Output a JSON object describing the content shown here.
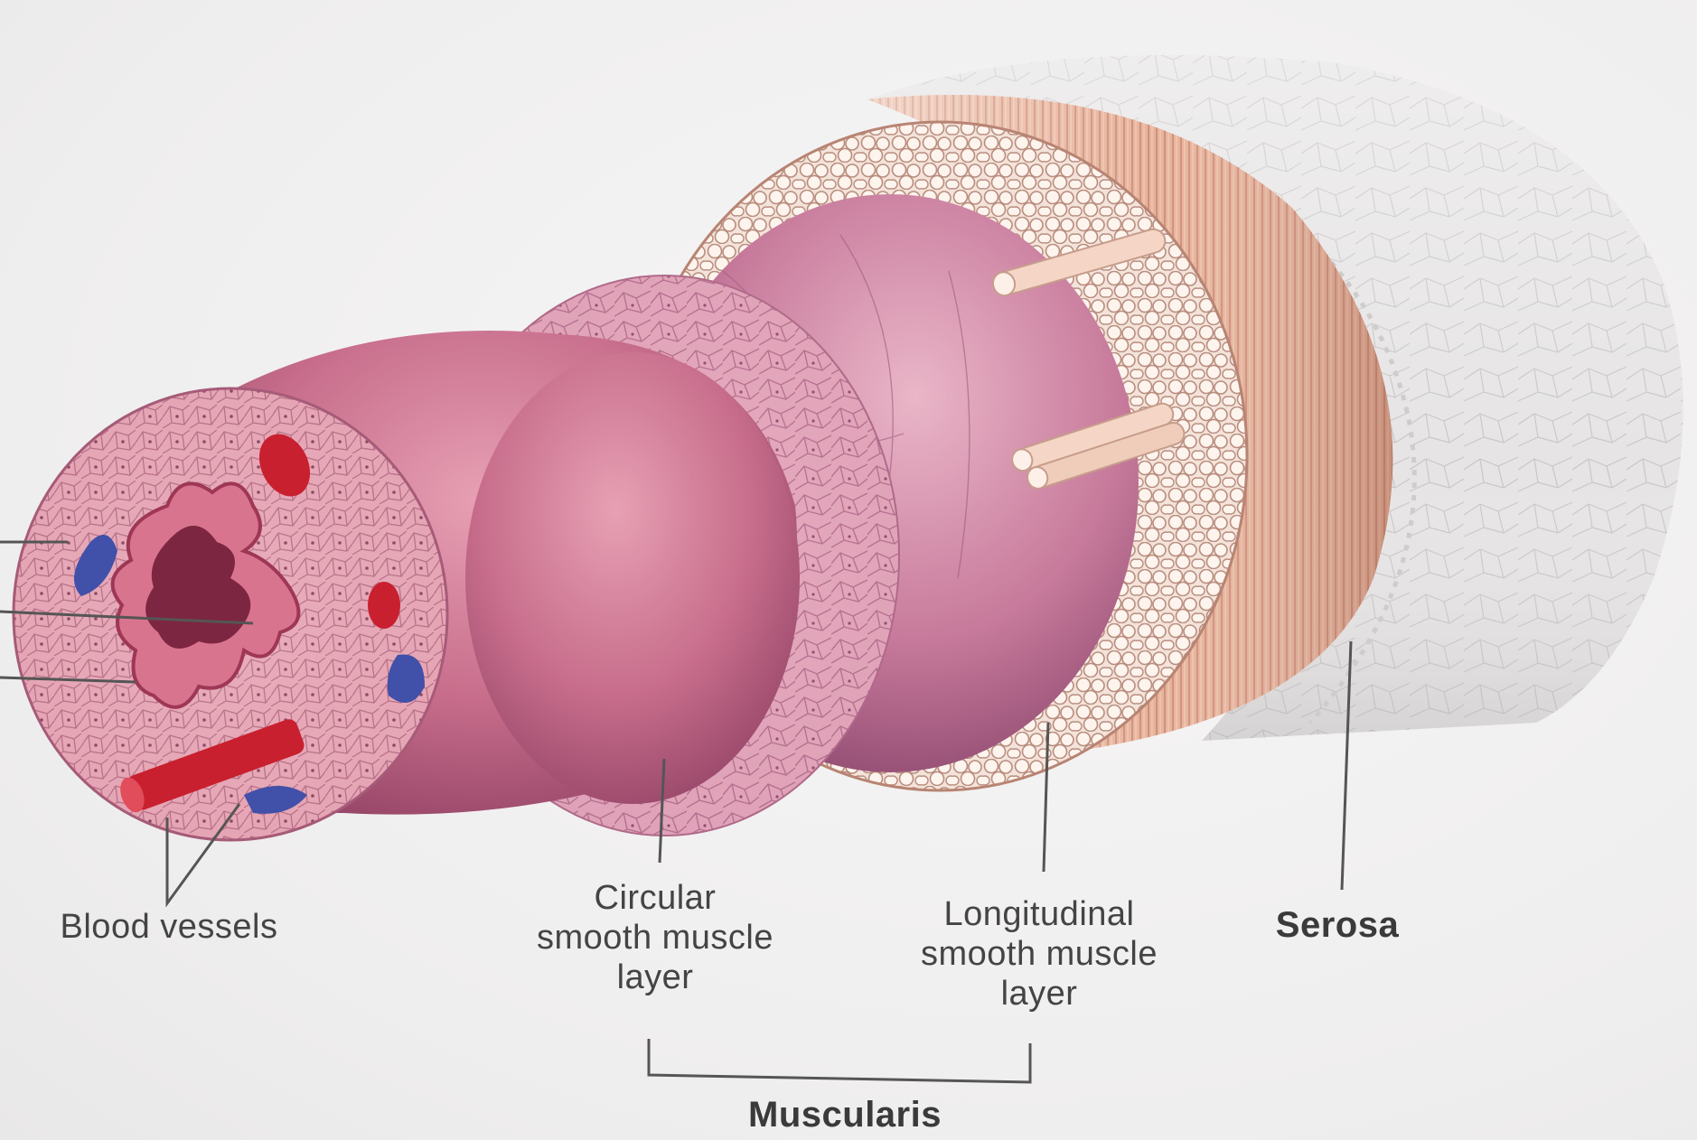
{
  "labels": {
    "blood_vessels": "Blood vessels",
    "circular": "Circular\nsmooth muscle\nlayer",
    "longitudinal": "Longitudinal\nsmooth muscle\nlayer",
    "serosa": "Serosa",
    "muscularis": "Muscularis"
  },
  "colors": {
    "mucosa": "#c96a86",
    "submucosa": "#e6a9bb",
    "circular_muscle": "#e8b8c4",
    "longitudinal_muscle": "#f1d6c4",
    "serosa": "#dedede",
    "artery": "#c8202f",
    "vein": "#4150a8",
    "leader_line": "#555555"
  }
}
